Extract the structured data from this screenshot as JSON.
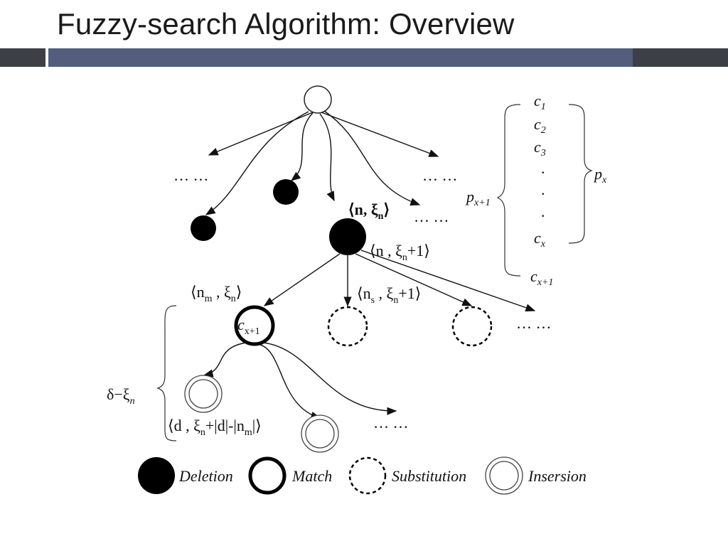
{
  "slide": {
    "title": "Fuzzy-search Algorithm: Overview"
  },
  "diagram": {
    "ellipsis": "… …",
    "dot": ".",
    "node_labels": {
      "n_xi": "⟨n, ξ",
      "n_xi_sub": "n",
      "n_xi_close": "⟩",
      "n_xi1": "⟨n , ξ",
      "n_xi1_sub": "n",
      "n_xi1_tail": "+1⟩",
      "nm_xi_open": "⟨n",
      "nm_xi_m": "m",
      "nm_xi_mid": " , ξ",
      "nm_xi_sub": "n",
      "nm_xi_close": "⟩",
      "ns_open": "⟨n",
      "ns_s": "s",
      "ns_mid": " , ξ",
      "ns_sub": "n",
      "ns_tail": "+1⟩",
      "cx1_main": "c",
      "cx1_sub": "x+1",
      "delta_main": "δ−ξ",
      "delta_sub": "n",
      "d_open": "⟨d , ξ",
      "d_sub": "n",
      "d_tail": "+|d|-|n",
      "d_m": "m",
      "d_close": "|⟩"
    },
    "char_list": {
      "c1": "c",
      "c1_sub": "1",
      "c2": "c",
      "c2_sub": "2",
      "c3": "c",
      "c3_sub": "3",
      "cx": "c",
      "cx_sub": "x",
      "cx1": "c",
      "cx1_sub": "x+1",
      "px": "p",
      "px_sub": "x",
      "px1": "p",
      "px1_sub": "x+1"
    },
    "legend": {
      "deletion": "Deletion",
      "match": "Match",
      "substitution": "Substitution",
      "insertion": "Insersion"
    }
  }
}
